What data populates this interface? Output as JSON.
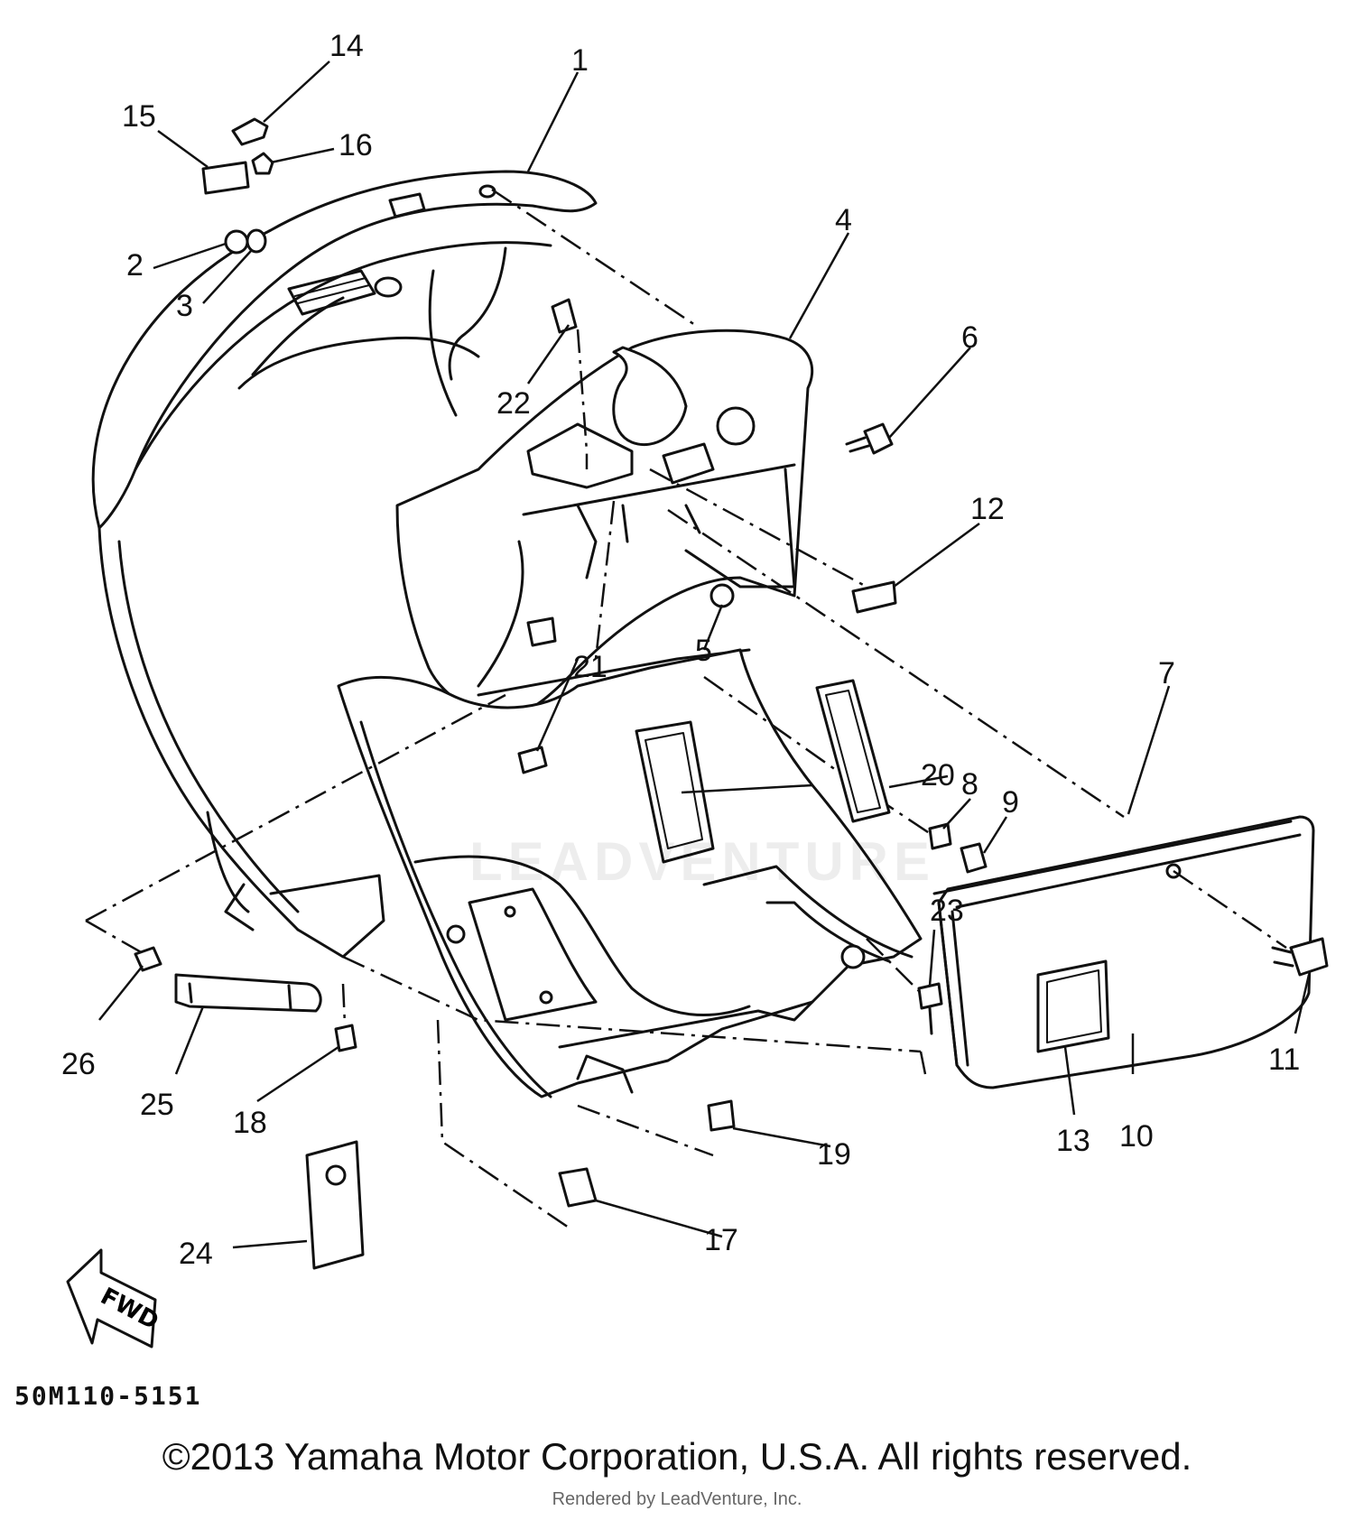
{
  "diagram": {
    "code": "50M110-5151",
    "watermark": "LEADVENTURE",
    "fwd_label": "FWD",
    "callouts": [
      {
        "id": "c1",
        "label": "1"
      },
      {
        "id": "c2",
        "label": "2"
      },
      {
        "id": "c3",
        "label": "3"
      },
      {
        "id": "c4",
        "label": "4"
      },
      {
        "id": "c5",
        "label": "5"
      },
      {
        "id": "c6",
        "label": "6"
      },
      {
        "id": "c7",
        "label": "7"
      },
      {
        "id": "c8",
        "label": "8"
      },
      {
        "id": "c9",
        "label": "9"
      },
      {
        "id": "c10",
        "label": "10"
      },
      {
        "id": "c11",
        "label": "11"
      },
      {
        "id": "c12",
        "label": "12"
      },
      {
        "id": "c13",
        "label": "13"
      },
      {
        "id": "c14",
        "label": "14"
      },
      {
        "id": "c15",
        "label": "15"
      },
      {
        "id": "c16",
        "label": "16"
      },
      {
        "id": "c17",
        "label": "17"
      },
      {
        "id": "c18",
        "label": "18"
      },
      {
        "id": "c19",
        "label": "19"
      },
      {
        "id": "c20",
        "label": "20"
      },
      {
        "id": "c21",
        "label": "21"
      },
      {
        "id": "c22",
        "label": "22"
      },
      {
        "id": "c23",
        "label": "23"
      },
      {
        "id": "c24",
        "label": "24"
      },
      {
        "id": "c25",
        "label": "25"
      },
      {
        "id": "c26",
        "label": "26"
      }
    ]
  },
  "footer": {
    "copyright": "©2013 Yamaha Motor Corporation, U.S.A. All rights reserved.",
    "rendered_by": "Rendered by LeadVenture, Inc."
  }
}
